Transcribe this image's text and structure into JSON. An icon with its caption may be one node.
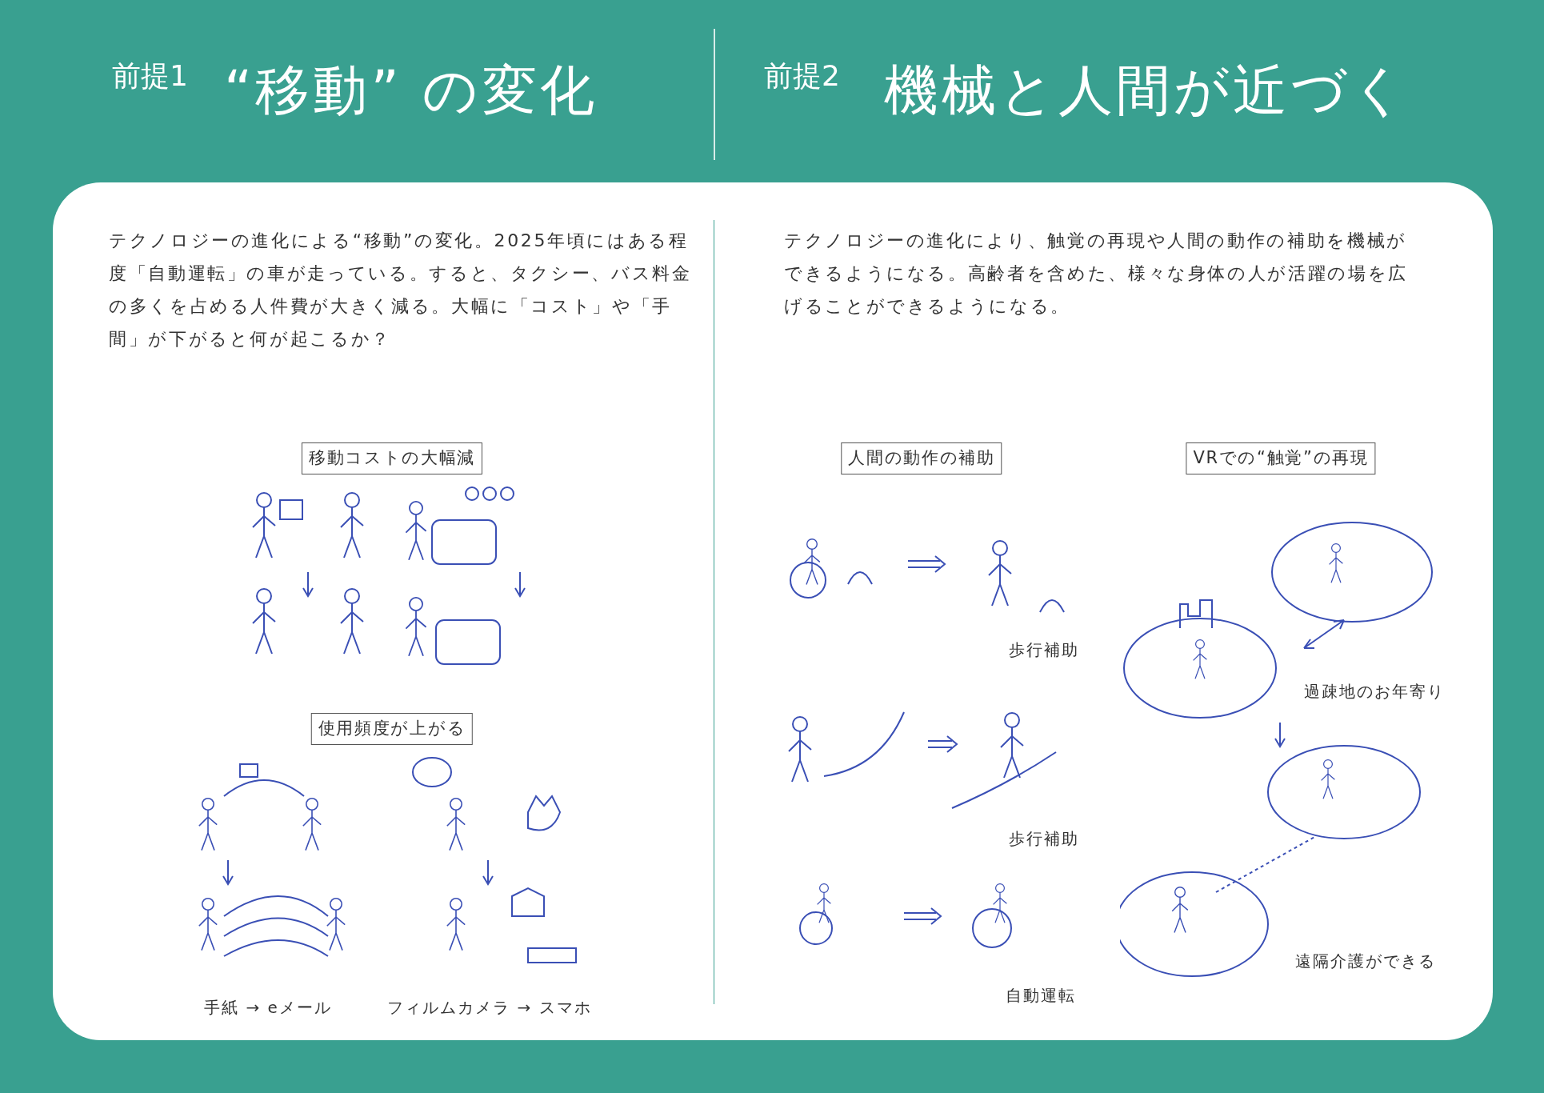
{
  "diagram": {
    "nodes": [
      {
        "text": [
          "移動コストの大幅減"
        ]
      },
      {
        "text": [
          "使用頻度が上がる"
        ]
      },
      {
        "text": [
          "人間の動作の補助"
        ]
      },
      {
        "text": [
          "VRでの“触覚”の再現"
        ]
      }
    ],
    "labels": [
      "前提1",
      "“移動” の変化",
      "前提2",
      "機械と人間が近づく",
      "テクノロジーの進化による“移動”の変化。2025年頃にはある程度「自動運転」の車が走っている。すると、タクシー、バス料金の多くを占める人件費が大きく減る。大幅に「コスト」や「手間」が下がると何が起こるか？",
      "テクノロジーの進化により、触覚の再現や人間の動作の補助を機械ができるようになる。高齢者を含めた、様々な身体の人が活躍の場を広げることができるようになる。",
      "手紙 → eメール",
      "フィルムカメラ → スマホ",
      "歩行補助",
      "歩行補助",
      "自動運転",
      "過疎地のお年寄り",
      "遠隔介護ができる"
    ]
  }
}
